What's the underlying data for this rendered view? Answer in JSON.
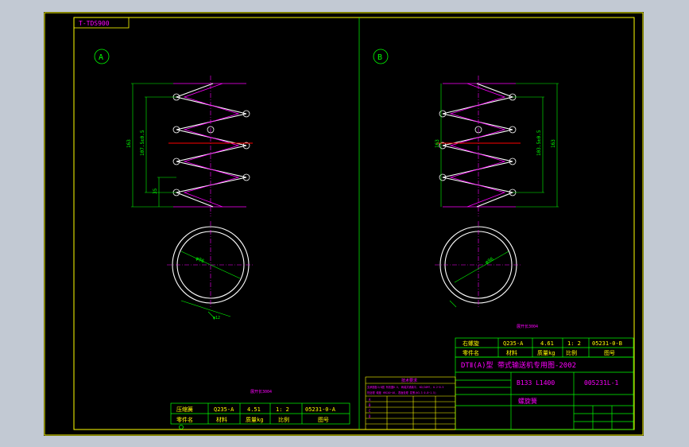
{
  "drawing_id": "T-TDS900",
  "views": [
    {
      "id": "A",
      "label": "A"
    },
    {
      "id": "B",
      "label": "B"
    }
  ],
  "dimensions": {
    "a_left_overall": "163",
    "a_left_inner": "107.5±0.5",
    "a_pitch": "35",
    "a_diameter": "φ96",
    "a_wire": "φ12",
    "b_left_overall": "163",
    "b_right_inner": "103.5±0.5",
    "b_right_overall": "163",
    "b_diameter": "φ96"
  },
  "table_a": {
    "title_note": "展开长3004",
    "row1": [
      "压缩簧",
      "Q235-A",
      "4.51",
      "1: 2",
      "05231-0-A"
    ],
    "row2": [
      "零件名",
      "材料",
      "质量kg",
      "比例",
      "图号"
    ]
  },
  "table_b": {
    "title_note": "展开长3004",
    "row1": [
      "右螺旋",
      "Q235-A",
      "4.61",
      "1: 2",
      "05231-0-B"
    ],
    "row2": [
      "零件名",
      "材料",
      "质量kg",
      "比例",
      "图号"
    ]
  },
  "title_block": {
    "main_title": "DTⅡ(A)型 带式输送机专用图-2002",
    "code_left": "B133 L1400",
    "code_right": "005231L-1",
    "part_name": "螺旋簧"
  },
  "notes_table": {
    "title": "技术要求",
    "lines": [
      "支承圈各3/4圈 有效圈6.5,   两端并紧磨平,   KD/20M7,   0.2~0.5",
      "热处理   硬度 HRC40~46,   表面处理 发黑(Φ3.3 0.8~1.5)",
      "A",
      "B",
      "C",
      "D"
    ]
  },
  "colors": {
    "frame": "#ffff00",
    "part": "#ffffff",
    "dim": "#00ff00",
    "hatch": "#ff00ff",
    "center": "#ff0000",
    "paper": "#000000"
  }
}
